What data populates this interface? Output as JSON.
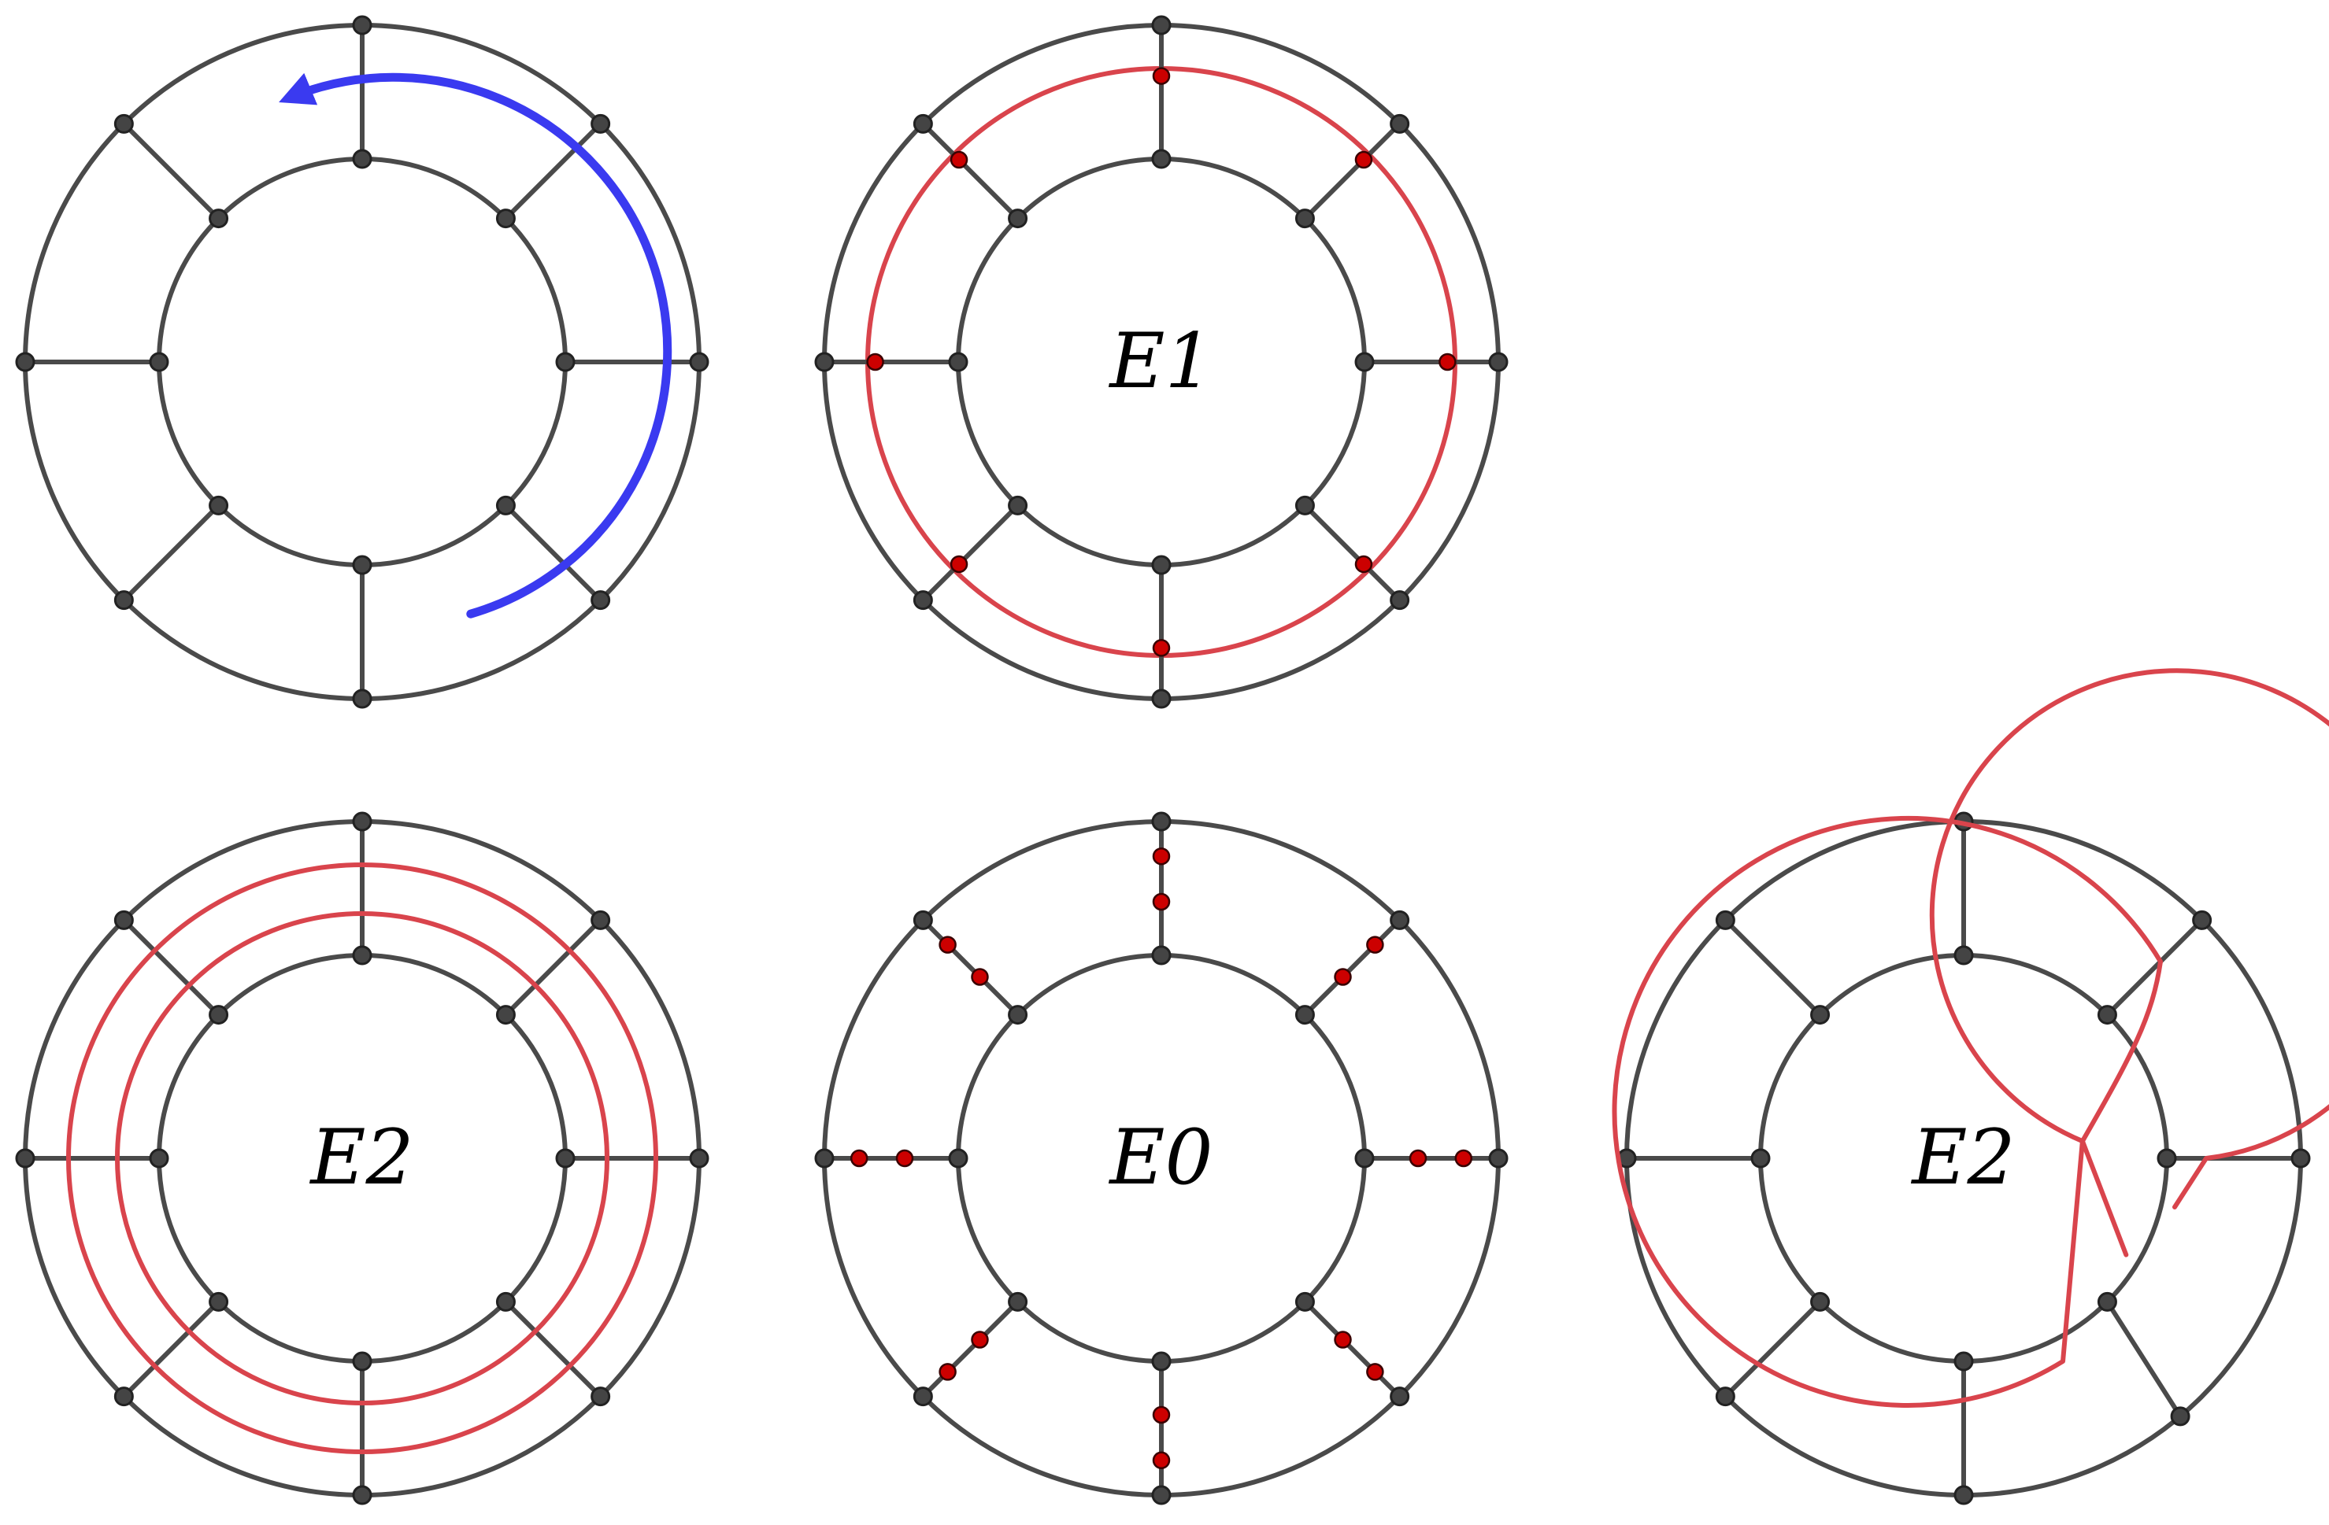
{
  "colors": {
    "graph": "#4a4a4a",
    "vertex_fill": "#444444",
    "vertex_stroke": "#222222",
    "cycle": "#d9444c",
    "marker_fill": "#cc0000",
    "arrow": "#3a3af0"
  },
  "panels": [
    {
      "id": "rotation",
      "label": "",
      "arrow": true,
      "markers_per_spoke": 0
    },
    {
      "id": "e1",
      "label": "E1",
      "arrow": false,
      "markers_per_spoke": 1
    },
    {
      "id": "e2-concentric",
      "label": "E2",
      "arrow": false,
      "markers_per_spoke": 0
    },
    {
      "id": "e0",
      "label": "E0",
      "arrow": false,
      "markers_per_spoke": 2
    },
    {
      "id": "e2-twisted",
      "label": "E2",
      "arrow": false,
      "markers_per_spoke": 0
    }
  ]
}
